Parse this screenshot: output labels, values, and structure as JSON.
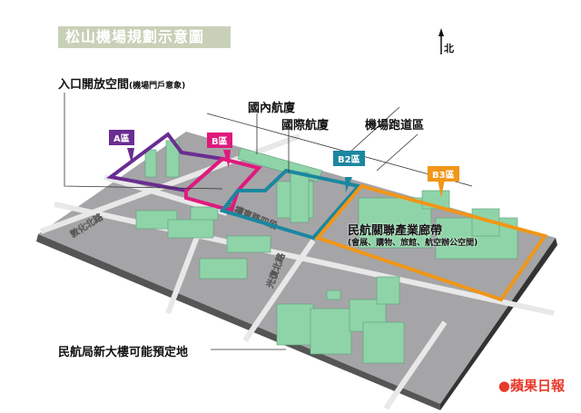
{
  "title": "松山機場規劃示意圖",
  "north": "北",
  "labels": {
    "entrance": "入口開放空間",
    "entrance_sub": "(機場門戶意象)",
    "domestic": "國內航廈",
    "international": "國際航廈",
    "runway": "機場跑道區",
    "corridor": "民航關聯產業廊帶",
    "corridor_sub": "(會展、購物、旅館、航空辦公空間)",
    "caa": "民航局新大樓可能預定地"
  },
  "zones": [
    {
      "label": "A區",
      "color": "#6a2d91"
    },
    {
      "label": "B區",
      "color": "#e0197d"
    },
    {
      "label": "B2區",
      "color": "#1a87a0"
    },
    {
      "label": "B3區",
      "color": "#f09618"
    }
  ],
  "roads": {
    "dunhua": "敦化北路",
    "minquan": "民權東路四段",
    "guangfu": "光復北路"
  },
  "logo": "蘋果日報"
}
